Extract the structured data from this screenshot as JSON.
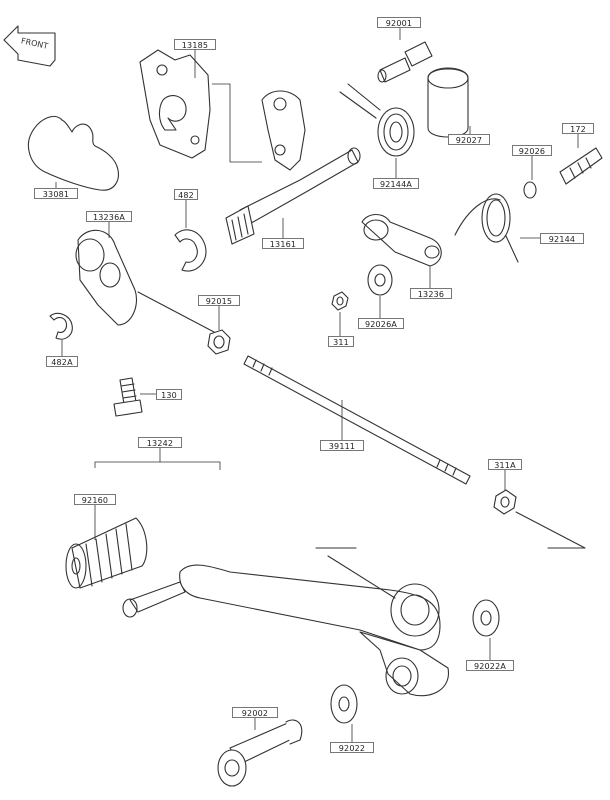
{
  "front_indicator": {
    "text": "FRONT"
  },
  "labels": {
    "p92001": "92001",
    "p13185": "13185",
    "p92027": "92027",
    "p92026": "92026",
    "p172": "172",
    "p33081": "33081",
    "p482": "482",
    "p13161": "13161",
    "p92144A": "92144A",
    "p13236A": "13236A",
    "p92144": "92144",
    "p92015": "92015",
    "p13236": "13236",
    "p92026A": "92026A",
    "p311": "311",
    "p482A": "482A",
    "p130": "130",
    "p39111": "39111",
    "p13242": "13242",
    "p92160": "92160",
    "p311A": "311A",
    "p92022A": "92022A",
    "p92002": "92002",
    "p92022": "92022"
  }
}
